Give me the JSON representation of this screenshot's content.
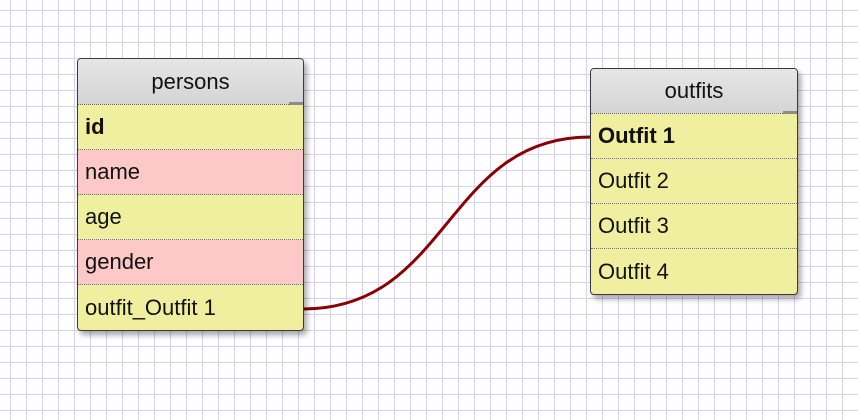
{
  "colors": {
    "grid": "#d6d3f2",
    "field_default": "#f0ee9f",
    "field_highlight": "#fdc8c8",
    "header": "#d9d9d9",
    "connector": "#8b0000"
  },
  "tables": {
    "persons": {
      "title": "persons",
      "rows": [
        {
          "label": "id",
          "key": true,
          "highlight": false
        },
        {
          "label": "name",
          "key": false,
          "highlight": true
        },
        {
          "label": "age",
          "key": false,
          "highlight": false
        },
        {
          "label": "gender",
          "key": false,
          "highlight": true
        },
        {
          "label": "outfit_Outfit 1",
          "key": false,
          "highlight": false
        }
      ]
    },
    "outfits": {
      "title": "outfits",
      "rows": [
        {
          "label": "Outfit 1",
          "key": true,
          "highlight": false
        },
        {
          "label": "Outfit 2",
          "key": false,
          "highlight": false
        },
        {
          "label": "Outfit 3",
          "key": false,
          "highlight": false
        },
        {
          "label": "Outfit 4",
          "key": false,
          "highlight": false
        }
      ]
    }
  },
  "relationship": {
    "from_table": "persons",
    "from_field": "outfit_Outfit 1",
    "to_table": "outfits",
    "to_field": "Outfit 1"
  }
}
